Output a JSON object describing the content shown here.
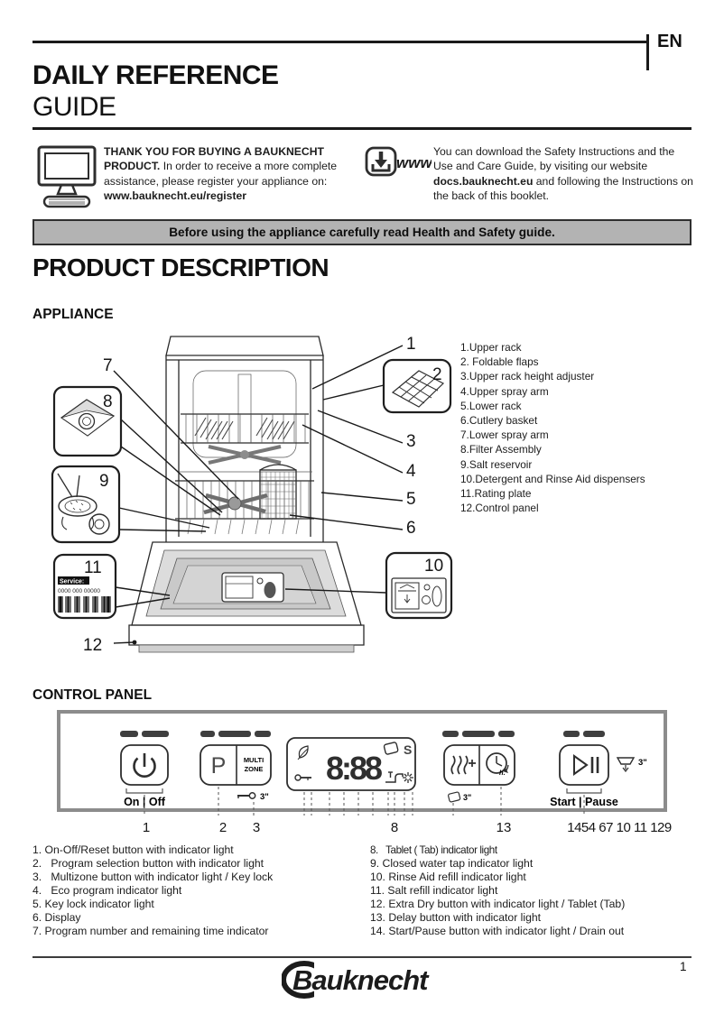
{
  "colors": {
    "banner_bg": "#b3b3b3",
    "panel_border": "#8c8c8c",
    "ink": "#1c1c1c"
  },
  "header": {
    "lang": "EN",
    "title1": "DAILY REFERENCE",
    "title2": "GUIDE"
  },
  "register": {
    "lead": "THANK YOU FOR BUYING A BAUKNECHT PRODUCT.",
    "body": "In order to receive a more complete assistance, please register your appliance on:",
    "url": "www.bauknecht.eu/register"
  },
  "download": {
    "www": "www",
    "before": "You can download the Safety Instructions and the Use and Care Guide, by visiting our website ",
    "url": "docs.bauknecht.eu",
    "after": " and following the Instructions on the back of this booklet."
  },
  "banner": "Before using the appliance carefully read Health and Safety guide.",
  "product": {
    "title": "PRODUCT DESCRIPTION",
    "appliance": "APPLIANCE",
    "control_panel": "CONTROL PANEL"
  },
  "parts": [
    "1.Upper rack",
    "2. Foldable flaps",
    "3.Upper rack height adjuster",
    "4.Upper spray arm",
    "5.Lower rack",
    "6.Cutlery basket",
    "7.Lower spray arm",
    "8.Filter Assembly",
    "9.Salt reservoir",
    "10.Detergent and Rinse Aid dispensers",
    "11.Rating plate",
    "12.Control panel"
  ],
  "diagram": {
    "n1": "1",
    "n2": "2",
    "n3": "3",
    "n4": "4",
    "n5": "5",
    "n6": "6",
    "n7": "7",
    "n8": "8",
    "n9": "9",
    "n10": "10",
    "n11": "11",
    "n12": "12",
    "service": "Service:",
    "serial": "0000 000 00000"
  },
  "panel": {
    "on_off": "On | Off",
    "p": "P",
    "multi": "MULTI",
    "zone": "ZONE",
    "key_time": "3\"",
    "tab_time": "3\"",
    "drain_time": "3\"",
    "display": "8:88",
    "salt": "S",
    "delay_h": "h.",
    "start_pause": "Start | Pause",
    "n1": "1",
    "n2": "2",
    "n3": "3",
    "n8": "8",
    "n13": "13",
    "cluster": "1454 67 10 11 129"
  },
  "legend": {
    "left": [
      "1. On-Off/Reset button with indicator light",
      "2.   Program selection button with indicator light",
      "3.   Multizone button with indicator light / Key lock",
      "4.   Eco program indicator light",
      "5. Key lock indicator light",
      "6. Display",
      "7. Program number and remaining time indicator"
    ],
    "right": [
      "8.   Tablet ( Tab) indicator light",
      "9. Closed water tap indicator light",
      "10. Rinse Aid refill indicator light",
      "11. Salt refill indicator light",
      "12. Extra Dry button with indicator light / Tablet (Tab)",
      "13. Delay button with indicator light",
      "14. Start/Pause button with indicator light / Drain out"
    ]
  },
  "footer": {
    "brand": "Bauknecht",
    "page": "1"
  }
}
